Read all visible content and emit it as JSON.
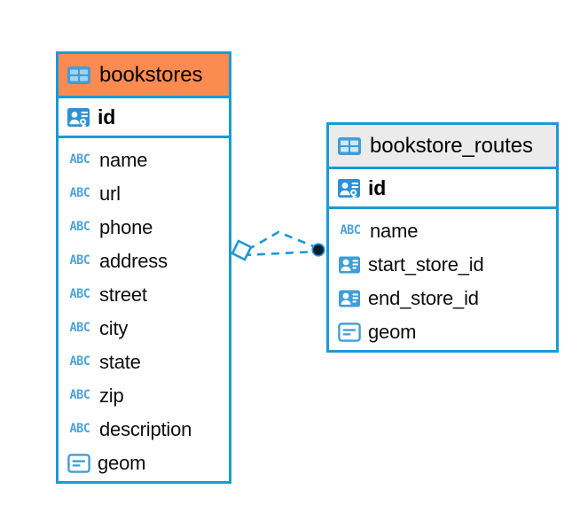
{
  "diagram": {
    "type": "entity-relationship-diagram",
    "background": "#ffffff",
    "accent_blue": "#1a9ad7",
    "accent_orange": "#fb8b50",
    "accent_grey": "#ebebeb",
    "icon_blue": "#3f9ed8"
  },
  "entities": [
    {
      "name": "bookstores",
      "header_color": "#fb8b50",
      "table_icon": "table-icon",
      "primary_key": {
        "label": "id",
        "icon": "primary-key-icon"
      },
      "fields": [
        {
          "label": "name",
          "icon": "abc-text-icon"
        },
        {
          "label": "url",
          "icon": "abc-text-icon"
        },
        {
          "label": "phone",
          "icon": "abc-text-icon"
        },
        {
          "label": "address",
          "icon": "abc-text-icon"
        },
        {
          "label": "street",
          "icon": "abc-text-icon"
        },
        {
          "label": "city",
          "icon": "abc-text-icon"
        },
        {
          "label": "state",
          "icon": "abc-text-icon"
        },
        {
          "label": "zip",
          "icon": "abc-text-icon"
        },
        {
          "label": "description",
          "icon": "abc-text-icon"
        },
        {
          "label": "geom",
          "icon": "geometry-icon"
        }
      ]
    },
    {
      "name": "bookstore_routes",
      "header_color": "#ebebeb",
      "table_icon": "table-icon",
      "primary_key": {
        "label": "id",
        "icon": "primary-key-icon"
      },
      "fields": [
        {
          "label": "name",
          "icon": "abc-text-icon"
        },
        {
          "label": "start_store_id",
          "icon": "foreign-key-icon"
        },
        {
          "label": "end_store_id",
          "icon": "foreign-key-icon"
        },
        {
          "label": "geom",
          "icon": "geometry-icon"
        }
      ]
    }
  ],
  "relationship": {
    "from_entity": "bookstores",
    "to_entity": "bookstore_routes",
    "from_marker": "diamond-open-marker",
    "to_marker": "filled-circle-marker",
    "line_style": "dashed",
    "line_color": "#1a9ad7"
  },
  "icon_labels": {
    "abc": "ABC"
  }
}
